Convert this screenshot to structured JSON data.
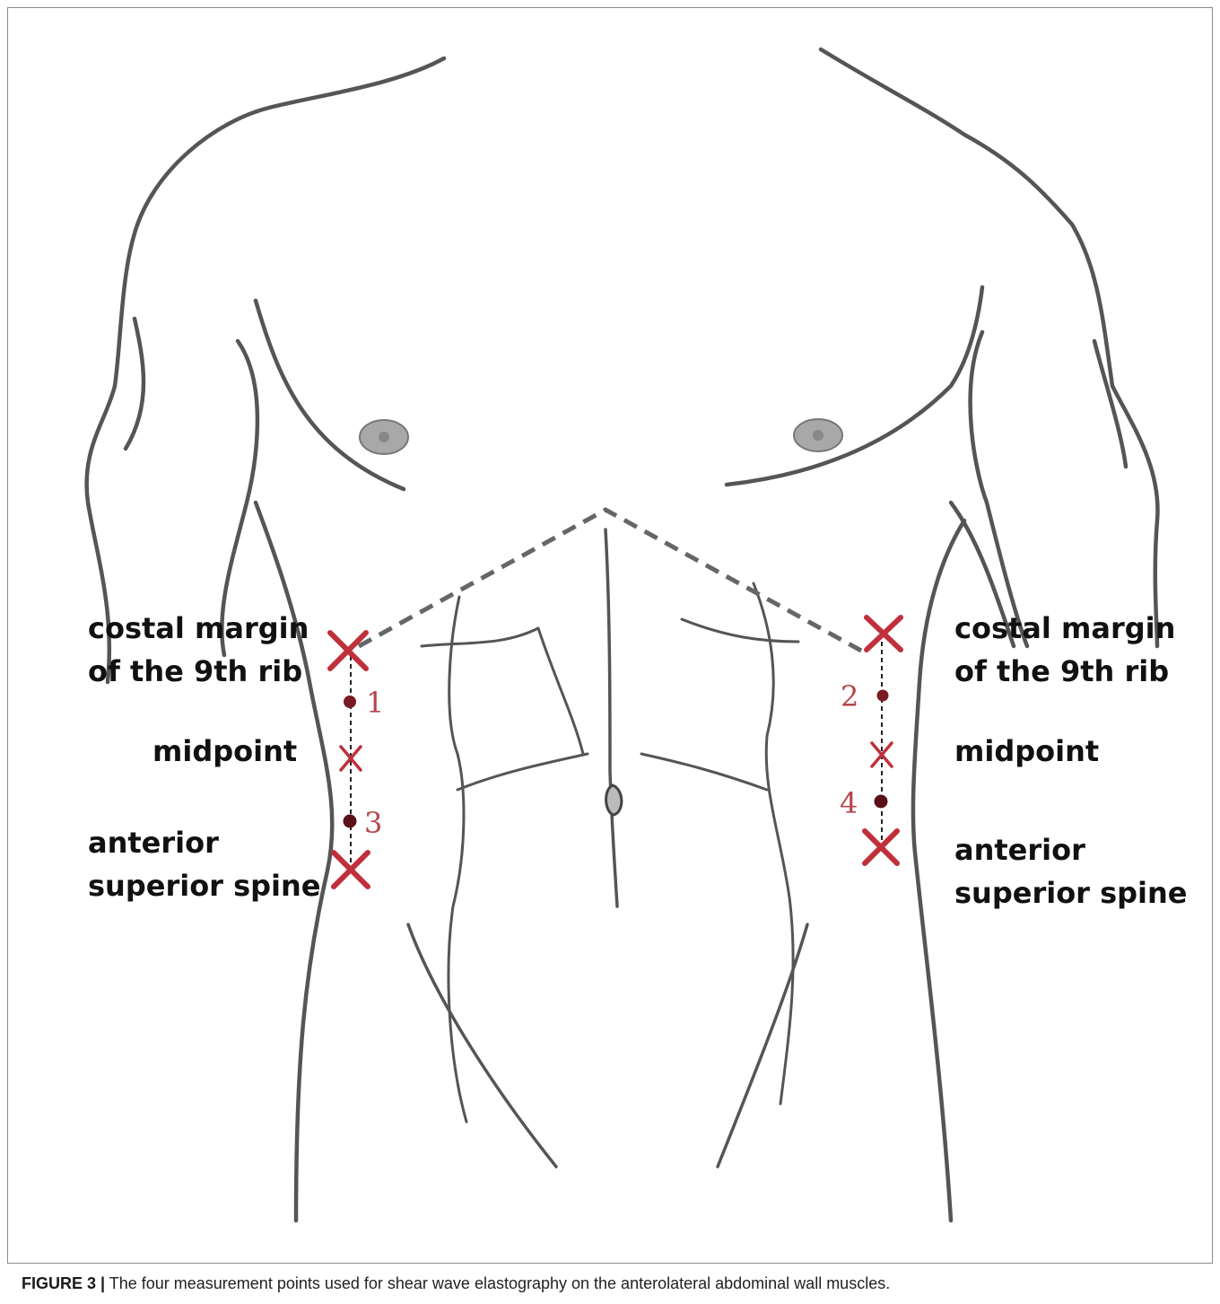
{
  "labels": {
    "left_costal_line1": "costal margin",
    "left_costal_line2": "of the 9th rib",
    "left_midpoint": "midpoint",
    "left_asis_line1": "anterior",
    "left_asis_line2": "superior spine",
    "right_costal_line1": "costal margin",
    "right_costal_line2": "of the 9th rib",
    "right_midpoint": "midpoint",
    "right_asis_line1": "anterior",
    "right_asis_line2": "superior spine"
  },
  "points": {
    "p1": "1",
    "p2": "2",
    "p3": "3",
    "p4": "4"
  },
  "caption": {
    "prefix": "FIGURE 3 |",
    "text": " The four measurement points used for shear wave elastography on the anterolateral abdominal wall muscles."
  },
  "colors": {
    "outline": "#555555",
    "marker": "#c0303a",
    "dot": "#7a1a22"
  }
}
